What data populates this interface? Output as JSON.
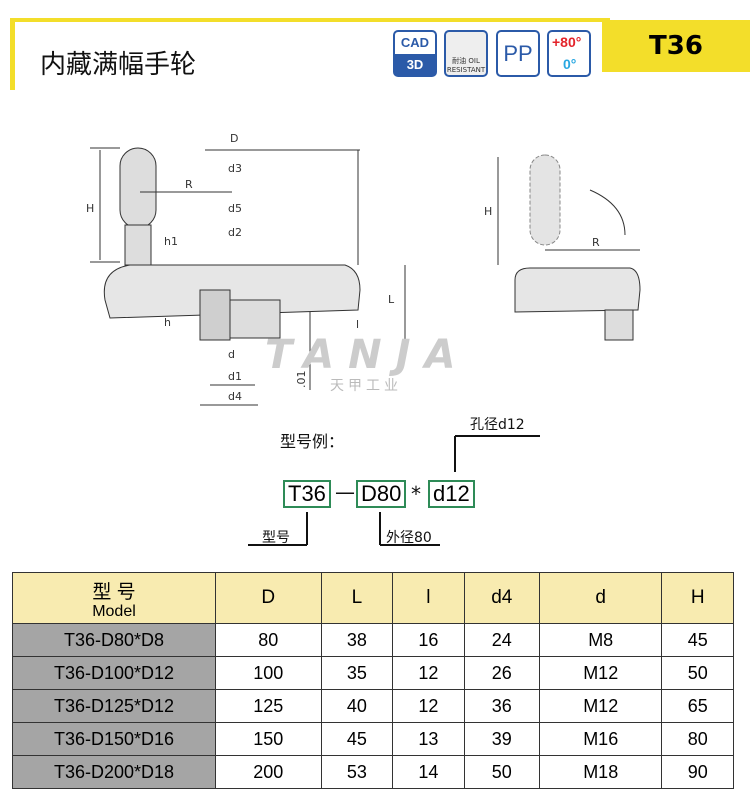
{
  "header": {
    "title": "内藏满幅手轮",
    "code": "T36",
    "badges": {
      "cad_top": "CAD",
      "cad_bottom": "3D",
      "oil": "耐油 OIL RESISTANT",
      "material": "PP",
      "temp_high": "+80°",
      "temp_low": "0°"
    }
  },
  "drawing": {
    "labels": [
      "D",
      "R",
      "H",
      "d3",
      "d5",
      "d2",
      "h1",
      "h",
      "L",
      "l",
      "d",
      "d1",
      "d4",
      ".01"
    ],
    "right_labels": [
      "H",
      "R"
    ],
    "watermark": "TANJA",
    "watermark_cn": "天甲工业"
  },
  "example": {
    "title": "型号例：",
    "bore_label": "孔径d12",
    "parts": [
      "T36",
      "D80",
      "d12"
    ],
    "dash": "—",
    "star": "*",
    "model_label": "型号",
    "od_label": "外径80"
  },
  "table": {
    "headers": {
      "model_cn": "型 号",
      "model_en": "Model",
      "cols": [
        "D",
        "L",
        "l",
        "d4",
        "d",
        "H"
      ]
    },
    "rows": [
      [
        "T36-D80*D8",
        "80",
        "38",
        "16",
        "24",
        "M8",
        "45"
      ],
      [
        "T36-D100*D12",
        "100",
        "35",
        "12",
        "26",
        "M12",
        "50"
      ],
      [
        "T36-D125*D12",
        "125",
        "40",
        "12",
        "36",
        "M12",
        "65"
      ],
      [
        "T36-D150*D16",
        "150",
        "45",
        "13",
        "39",
        "M16",
        "80"
      ],
      [
        "T36-D200*D18",
        "200",
        "53",
        "14",
        "50",
        "M18",
        "90"
      ]
    ]
  }
}
